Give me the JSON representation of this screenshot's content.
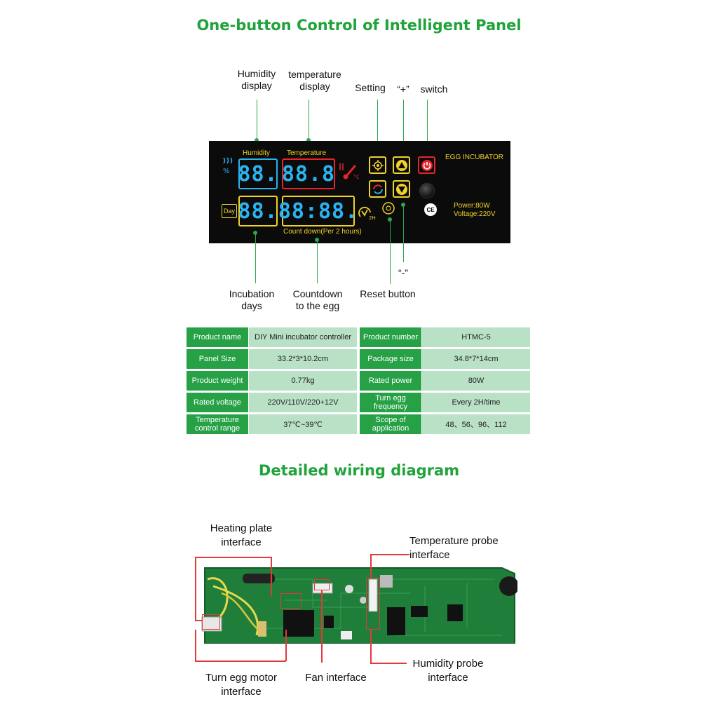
{
  "panel_section": {
    "title": "One-button Control of Intelligent Panel",
    "callouts": {
      "humidity_display": [
        "Humidity",
        "display"
      ],
      "temperature_display": [
        "temperature",
        "display"
      ],
      "setting": "Setting",
      "plus": "“+”",
      "switch": "switch",
      "minus": "“-”",
      "incubation_days": [
        "Incubation",
        "days"
      ],
      "countdown": [
        "Countdown",
        "to the egg"
      ],
      "reset": "Reset button"
    },
    "panel": {
      "humidity_label": "Humidity",
      "temperature_label": "Temperature",
      "humidity_digits": "88.",
      "temperature_digits": "88.8",
      "day_digits": "88.",
      "clock_digits": "88:88.",
      "countdown_label": "Count down(Per 2 hours)",
      "day_icon": "Day",
      "brand": "EGG INCUBATOR",
      "power": "Power:80W",
      "voltage": "Voltage:220V",
      "ce_mark": "CE",
      "colors": {
        "yellow": "#f0d22a",
        "red": "#e8242a",
        "blue": "#2ab3f0"
      },
      "icons": [
        "humidity-icon",
        "thermometer-icon",
        "day-calendar-icon",
        "egg-turn-icon",
        "setting-icon",
        "up-arrow-icon",
        "power-icon",
        "refresh-icon",
        "down-arrow-icon",
        "reset-icon",
        "indicator-led-icon",
        "ce-mark-icon"
      ]
    }
  },
  "spec_table": {
    "rows": [
      [
        {
          "label": "Product name",
          "value": "DIY Mini incubator controller"
        },
        {
          "label": "Product number",
          "value": "HTMC-5"
        }
      ],
      [
        {
          "label": "Panel Size",
          "value": "33.2*3*10.2cm"
        },
        {
          "label": "Package size",
          "value": "34.8*7*14cm"
        }
      ],
      [
        {
          "label": "Product weight",
          "value": "0.77kg"
        },
        {
          "label": "Rated power",
          "value": "80W"
        }
      ],
      [
        {
          "label": "Rated voltage",
          "value": "220V/110V/220+12V"
        },
        {
          "label": "Turn egg frequency",
          "value": "Every 2H/time"
        }
      ],
      [
        {
          "label": "Temperature control range",
          "value": "37℃~39℃"
        },
        {
          "label": "Scope of application",
          "value": "48、56、96、112"
        }
      ]
    ]
  },
  "wiring_section": {
    "title": "Detailed wiring diagram",
    "labels": {
      "heating_plate": [
        "Heating plate",
        "interface"
      ],
      "temperature_probe": [
        "Temperature probe",
        "interface"
      ],
      "turn_egg_motor": [
        "Turn egg motor",
        "interface"
      ],
      "fan": "Fan interface",
      "humidity_probe": [
        "Humidity probe",
        "interface"
      ]
    },
    "colors": {
      "board": "#1f7f3a",
      "leader": "#e03a3a"
    }
  }
}
